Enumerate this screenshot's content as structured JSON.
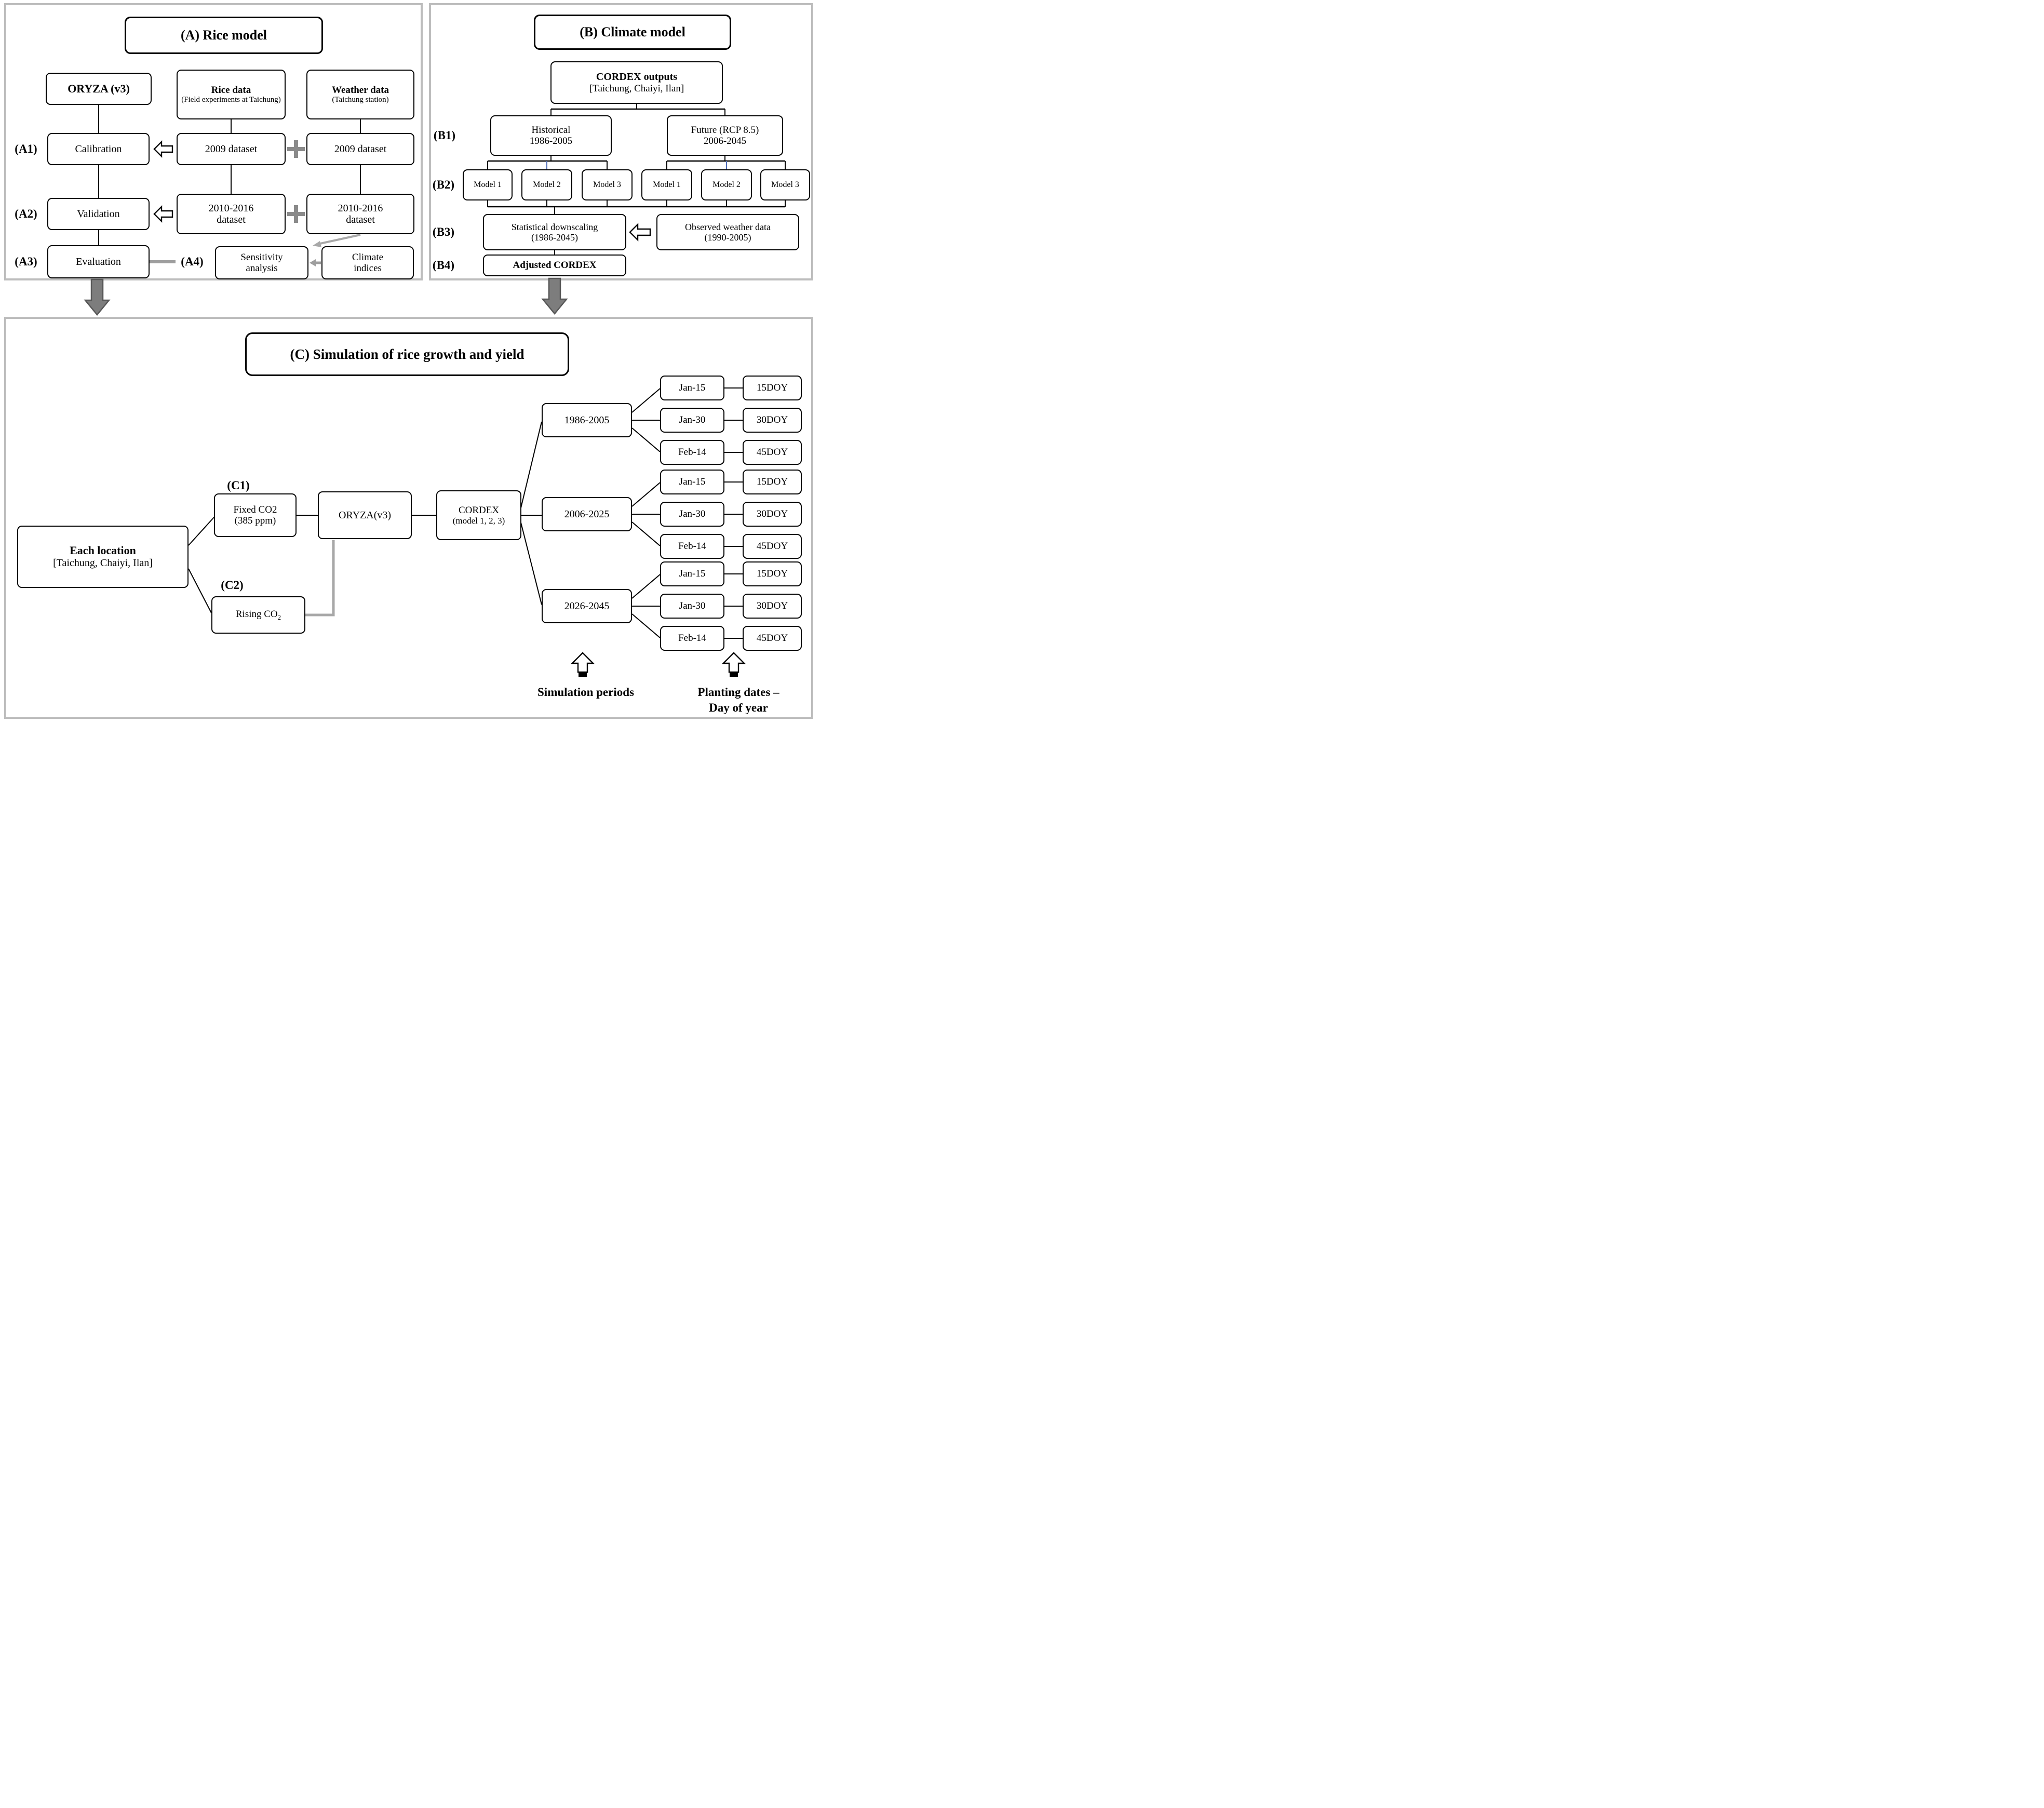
{
  "panel_a": {
    "title": "(A) Rice model",
    "oryza": "ORYZA (v3)",
    "rice_header": {
      "title": "Rice data",
      "sub": "(Field experiments at Taichung)"
    },
    "weather_header": {
      "title": "Weather data",
      "sub": "(Taichung station)"
    },
    "row1": {
      "label": "(A1)",
      "step": "Calibration",
      "rice": "2009 dataset",
      "weather": "2009 dataset"
    },
    "row2": {
      "label": "(A2)",
      "step": "Validation",
      "rice": {
        "line1": "2010-2016",
        "line2": "dataset"
      },
      "weather": {
        "line1": "2010-2016",
        "line2": "dataset"
      }
    },
    "row3": {
      "label": "(A3)",
      "step": "Evaluation"
    },
    "row4": {
      "label": "(A4)",
      "sensitivity": {
        "line1": "Sensitivity",
        "line2": "analysis"
      },
      "climate": {
        "line1": "Climate",
        "line2": "indices"
      }
    }
  },
  "panel_b": {
    "title": "(B) Climate model",
    "cordex_outputs": {
      "title": "CORDEX outputs",
      "sub": "[Taichung, Chaiyi, Ilan]"
    },
    "b1": {
      "label": "(B1)",
      "historical": {
        "line1": "Historical",
        "line2": "1986-2005"
      },
      "future": {
        "line1": "Future (RCP 8.5)",
        "line2": "2006-2045"
      }
    },
    "b2": {
      "label": "(B2)",
      "models": [
        "Model 1",
        "Model 2",
        "Model 3",
        "Model 1",
        "Model 2",
        "Model 3"
      ]
    },
    "b3": {
      "label": "(B3)",
      "downscaling": {
        "line1": "Statistical downscaling",
        "line2": "(1986-2045)"
      },
      "observed": {
        "line1": "Observed weather data",
        "line2": "(1990-2005)"
      }
    },
    "b4": {
      "label": "(B4)",
      "adjusted": "Adjusted CORDEX"
    }
  },
  "panel_c": {
    "title": "(C) Simulation of rice growth and yield",
    "each_location": {
      "title": "Each location",
      "sub": "[Taichung, Chaiyi, Ilan]"
    },
    "c1": {
      "label": "(C1)",
      "line1": "Fixed CO2",
      "line2": "(385 ppm)"
    },
    "c2": {
      "label": "(C2)",
      "pre": "Rising CO",
      "sub": "2"
    },
    "oryza": "ORYZA(v3)",
    "cordex": {
      "line1": "CORDEX",
      "line2": "(model 1, 2, 3)"
    },
    "groups": [
      {
        "period": "1986-2005",
        "dates": [
          "Jan-15",
          "Jan-30",
          "Feb-14"
        ],
        "doys": [
          "15DOY",
          "30DOY",
          "45DOY"
        ]
      },
      {
        "period": "2006-2025",
        "dates": [
          "Jan-15",
          "Jan-30",
          "Feb-14"
        ],
        "doys": [
          "15DOY",
          "30DOY",
          "45DOY"
        ]
      },
      {
        "period": "2026-2045",
        "dates": [
          "Jan-15",
          "Jan-30",
          "Feb-14"
        ],
        "doys": [
          "15DOY",
          "30DOY",
          "45DOY"
        ]
      }
    ],
    "legend": {
      "simulation": "Simulation periods",
      "planting_line1": "Planting dates –",
      "planting_line2": "Day of year"
    }
  },
  "icons": {
    "hollow-left-arrow": "⇦",
    "plus": "+",
    "big-down-arrow": "⬇",
    "up-arrow": "⇧",
    "small-left-arrow": "←",
    "down-left-arrow": "↙"
  },
  "colors": {
    "panel_border": "#bdbdbd",
    "box_border": "#000000",
    "gray_arrow_fill": "#7d7d7d",
    "gray_line": "#9e9e9e",
    "blue_connector": "#4f6db8"
  }
}
